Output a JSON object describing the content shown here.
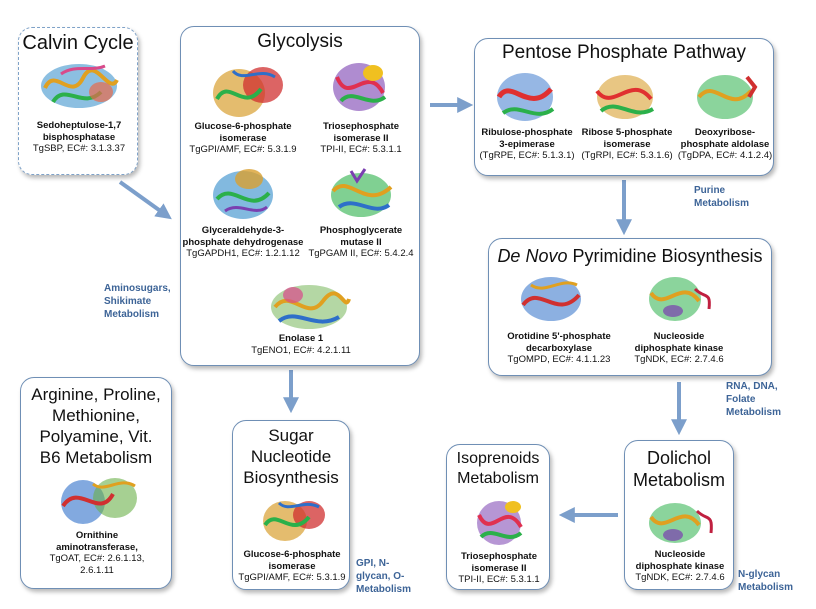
{
  "boxes": {
    "calvin": {
      "title": "Calvin Cycle",
      "enzymes": [
        {
          "name_lines": [
            "Sedoheptulose-1,7",
            "bisphosphatase"
          ],
          "id_lines": [
            "TgSBP, EC#: 3.1.3.37"
          ]
        }
      ]
    },
    "glycolysis": {
      "title": "Glycolysis",
      "enzymes": [
        {
          "name_lines": [
            "Glucose-6-phosphate",
            "isomerase"
          ],
          "id_lines": [
            "TgGPI/AMF, EC#: 5.3.1.9"
          ]
        },
        {
          "name_lines": [
            "Triosephosphate",
            "isomerase II"
          ],
          "id_lines": [
            "TPI-II, EC#: 5.3.1.1"
          ]
        },
        {
          "name_lines": [
            "Glyceraldehyde-3-",
            "phosphate dehydrogenase"
          ],
          "id_lines": [
            "TgGAPDH1, EC#: 1.2.1.12"
          ]
        },
        {
          "name_lines": [
            "Phosphoglycerate",
            "mutase II"
          ],
          "id_lines": [
            "TgPGAM II, EC#: 5.4.2.4"
          ]
        },
        {
          "name_lines": [
            "Enolase 1"
          ],
          "id_lines": [
            "TgENO1, EC#: 4.2.1.11"
          ]
        }
      ]
    },
    "ppp": {
      "title": "Pentose Phosphate Pathway",
      "enzymes": [
        {
          "name_lines": [
            "Ribulose-phosphate",
            "3-epimerase"
          ],
          "id_lines": [
            "(TgRPE, EC#: 5.1.3.1)"
          ]
        },
        {
          "name_lines": [
            "Ribose 5-phosphate",
            "isomerase"
          ],
          "id_lines": [
            "(TgRPI, EC#: 5.3.1.6)"
          ]
        },
        {
          "name_lines": [
            "Deoxyribose-",
            "phosphate aldolase"
          ],
          "id_lines": [
            "(TgDPA, EC#: 4.1.2.4)"
          ]
        }
      ]
    },
    "pyrimidine": {
      "title_italic": "De Novo",
      "title_rest": " Pyrimidine Biosynthesis",
      "enzymes": [
        {
          "name_lines": [
            "Orotidine 5'-phosphate",
            "decarboxylase"
          ],
          "id_lines": [
            "TgOMPD, EC#:  4.1.1.23"
          ]
        },
        {
          "name_lines": [
            "Nucleoside",
            "diphosphate kinase"
          ],
          "id_lines": [
            "TgNDK, EC#: 2.7.4.6"
          ]
        }
      ]
    },
    "arginine": {
      "title_lines": [
        "Arginine, Proline,",
        "Methionine,",
        "Polyamine, Vit.",
        "B6 Metabolism"
      ],
      "enzymes": [
        {
          "name_lines": [
            "Ornithine",
            "aminotransferase,"
          ],
          "id_lines": [
            "TgOAT, EC#: 2.6.1.13,",
            "2.6.1.11"
          ]
        }
      ]
    },
    "sugar": {
      "title_lines": [
        "Sugar",
        "Nucleotide",
        "Biosynthesis"
      ],
      "enzymes": [
        {
          "name_lines": [
            "Glucose-6-phosphate",
            "isomerase"
          ],
          "id_lines": [
            "TgGPI/AMF, EC#: 5.3.1.9"
          ]
        }
      ]
    },
    "isoprenoids": {
      "title_lines": [
        "Isoprenoids",
        "Metabolism"
      ],
      "enzymes": [
        {
          "name_lines": [
            "Triosephosphate",
            "isomerase II"
          ],
          "id_lines": [
            "TPI-II, EC#: 5.3.1.1"
          ]
        }
      ]
    },
    "dolichol": {
      "title_lines": [
        "Dolichol",
        "Metabolism"
      ],
      "enzymes": [
        {
          "name_lines": [
            "Nucleoside",
            "diphosphate kinase"
          ],
          "id_lines": [
            "TgNDK, EC#: 2.7.4.6"
          ]
        }
      ]
    }
  },
  "side_labels": {
    "aminosugars": [
      "Aminosugars,",
      "Shikimate",
      "Metabolism"
    ],
    "purine": [
      "Purine",
      "Metabolism"
    ],
    "rna": [
      "RNA, DNA,",
      "Folate",
      "Metabolism"
    ],
    "gpi": [
      "GPI, N-",
      "glycan, O-",
      "Metabolism"
    ],
    "nglycan": [
      "N-glycan",
      "Metabolism"
    ]
  },
  "colors": {
    "arrow": "#7c9fcb",
    "box_border": "#6f8fb5",
    "side_label": "#3d6497"
  }
}
